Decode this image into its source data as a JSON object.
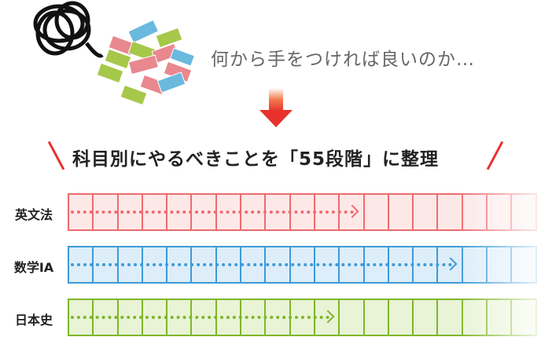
{
  "tagline": "何から手をつければ良いのか…",
  "heading": "科目別にやるべきことを「55段階」に整理",
  "subjects": [
    {
      "label": "英文法",
      "color": "#ee6b6f",
      "fill": "#fde8e8",
      "progress_steps": 11.5
    },
    {
      "label": "数学IA",
      "color": "#3d9ad8",
      "fill": "#ddeefa",
      "progress_steps": 15.5
    },
    {
      "label": "日本史",
      "color": "#7fb52a",
      "fill": "#e8f4d5",
      "progress_steps": 10.5
    }
  ],
  "accent": "#e8312d"
}
